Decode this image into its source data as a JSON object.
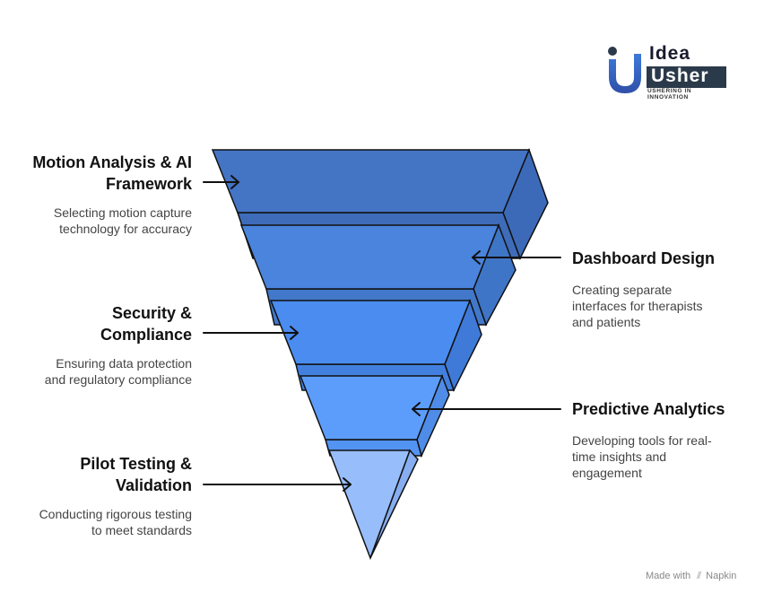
{
  "logo": {
    "word1": "Idea",
    "word2": "Usher",
    "tagline": "USHERING IN INNOVATION"
  },
  "stages": [
    {
      "title_lines": [
        "Motion Analysis & AI",
        "Framework"
      ],
      "desc_lines": [
        "Selecting motion capture",
        "technology for accuracy"
      ],
      "side": "left",
      "color": "#4474c4"
    },
    {
      "title_lines": [
        "Dashboard Design"
      ],
      "desc_lines": [
        "Creating separate",
        "interfaces for therapists",
        "and patients"
      ],
      "side": "right",
      "color": "#4a84dc"
    },
    {
      "title_lines": [
        "Security &",
        "Compliance"
      ],
      "desc_lines": [
        "Ensuring data protection",
        "and regulatory compliance"
      ],
      "side": "left",
      "color": "#4a8cf0"
    },
    {
      "title_lines": [
        "Predictive Analytics"
      ],
      "desc_lines": [
        "Developing tools for real-",
        "time insights and",
        "engagement"
      ],
      "side": "right",
      "color": "#5c9dfc"
    },
    {
      "title_lines": [
        "Pilot Testing &",
        "Validation"
      ],
      "desc_lines": [
        "Conducting rigorous testing",
        "to meet standards"
      ],
      "side": "left",
      "color": "#97bdfb"
    }
  ],
  "credit": {
    "text": "Made with",
    "brand": "Napkin"
  },
  "colors": {
    "outline": "#111111",
    "text": "#111111",
    "desc": "#444444"
  }
}
